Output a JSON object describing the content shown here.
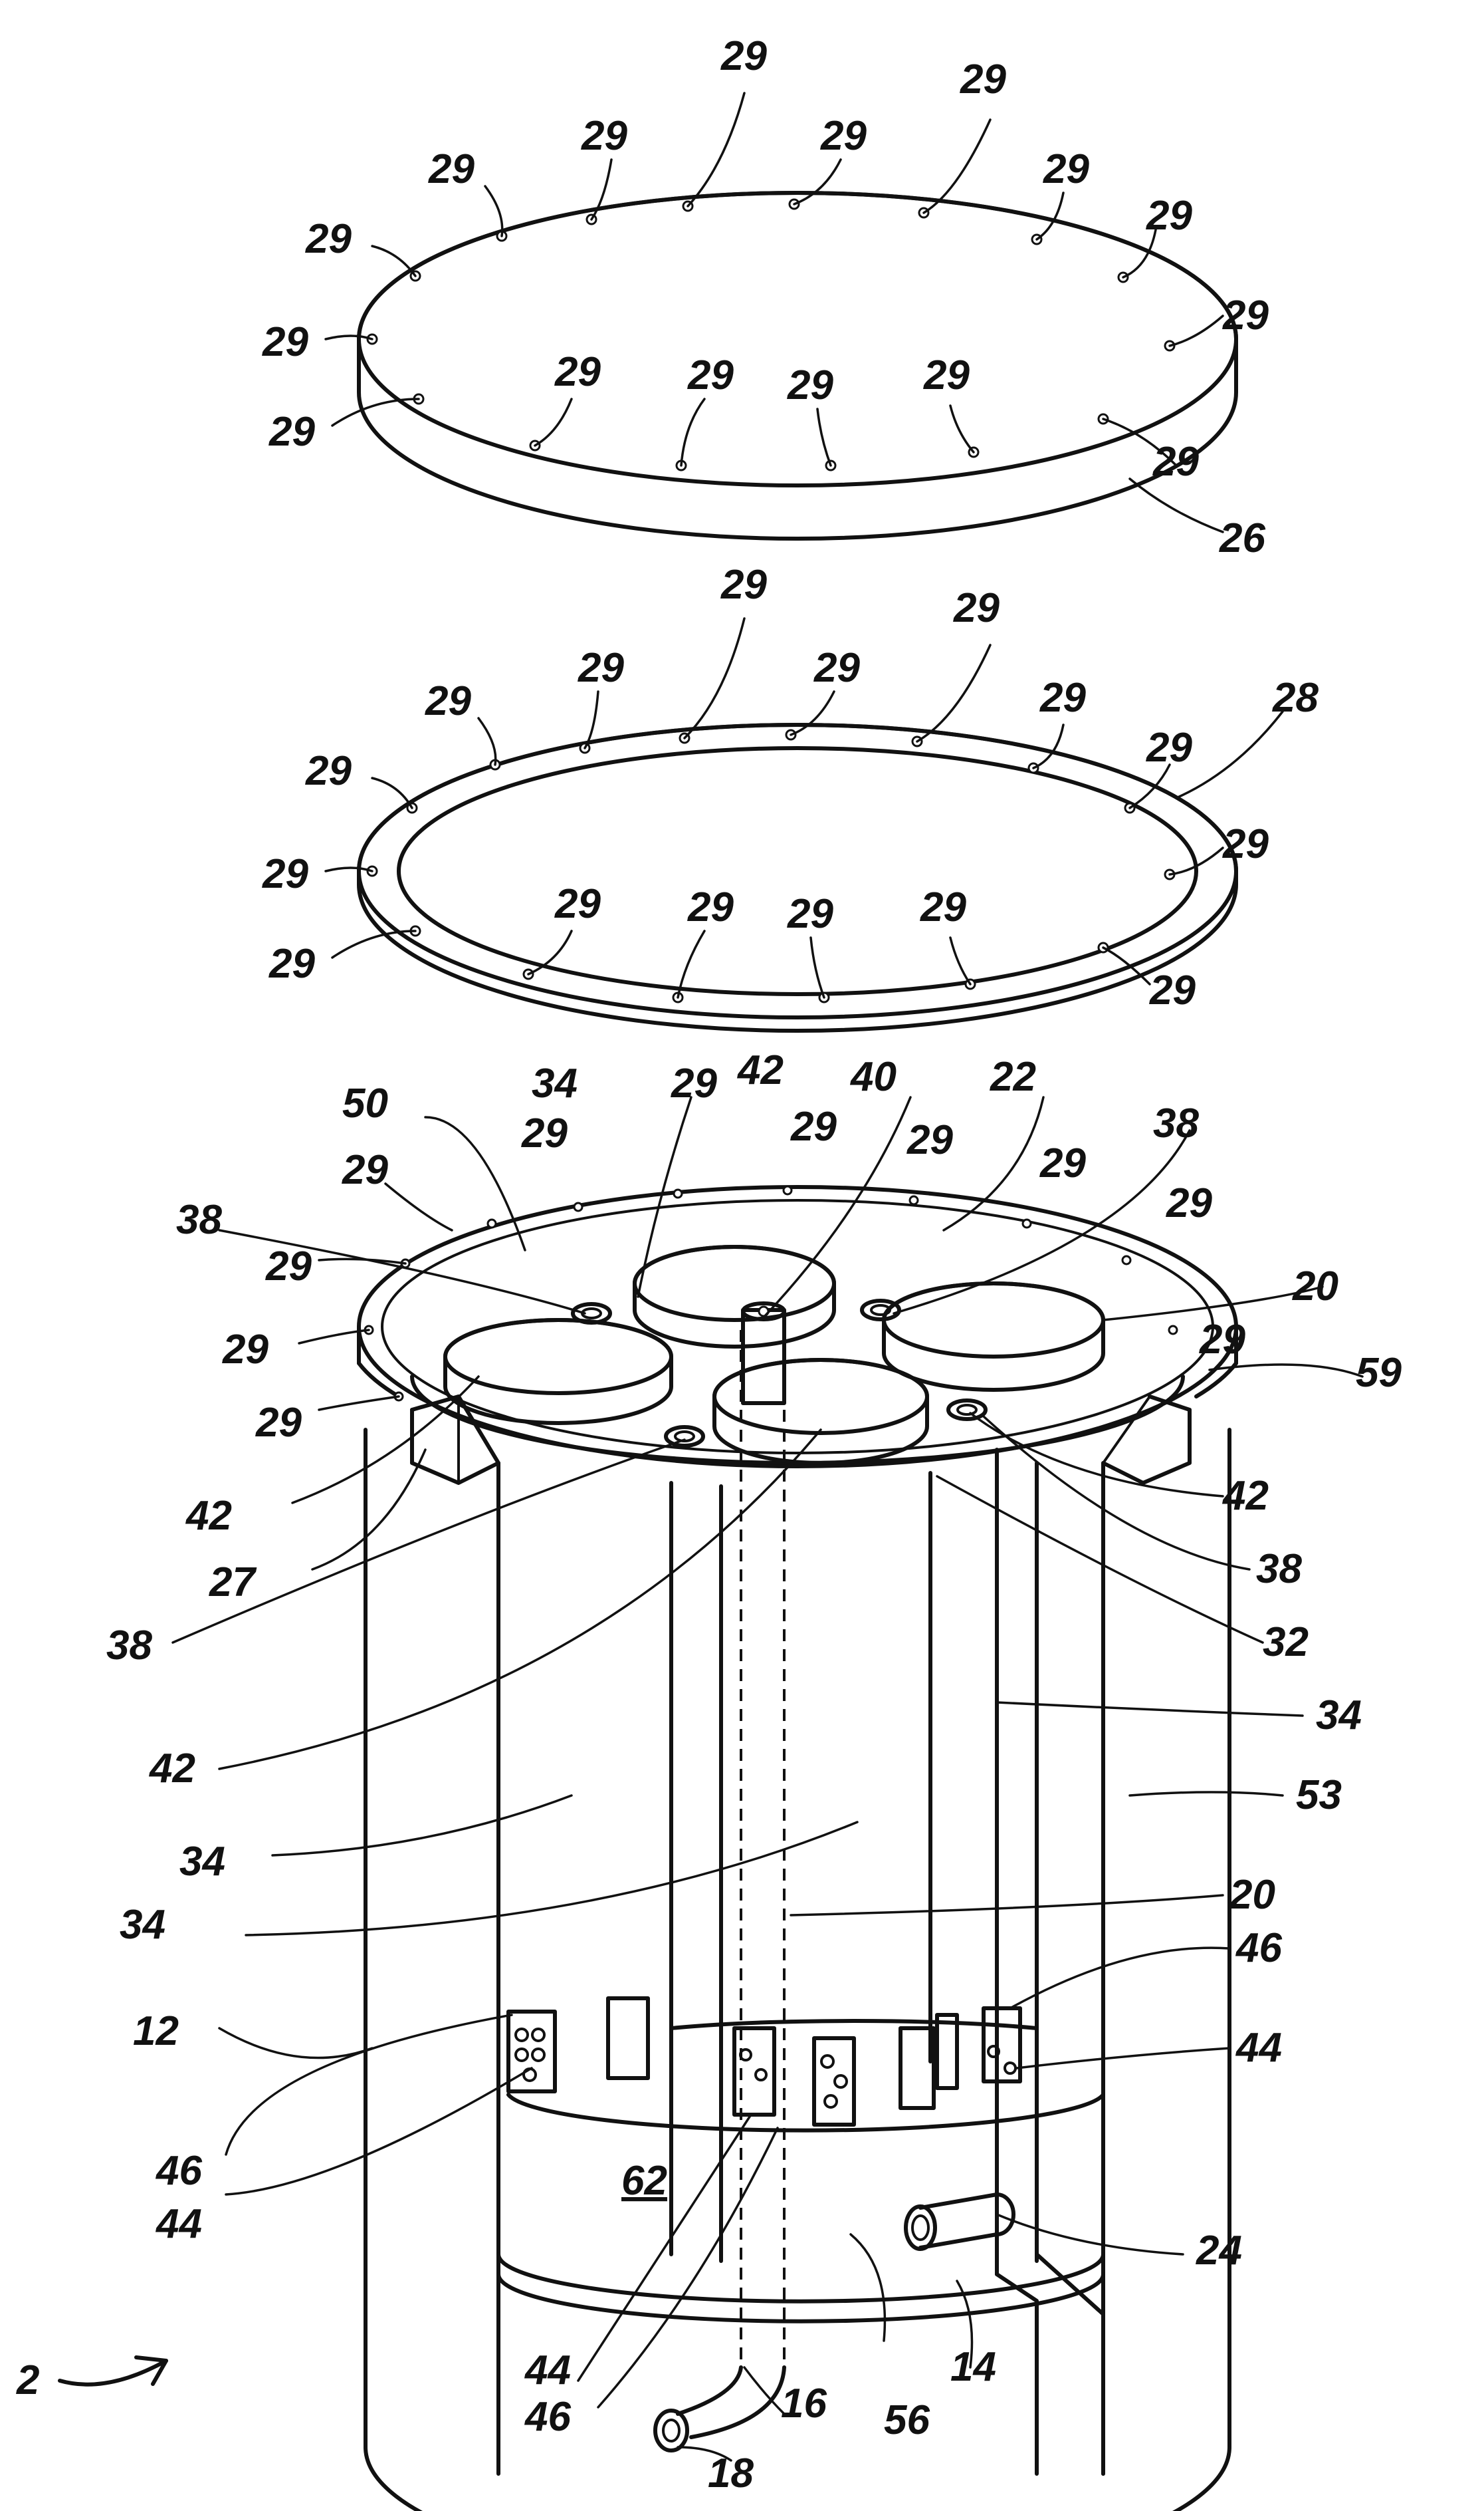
{
  "figure": {
    "title": "",
    "ref_labels": {
      "cover_plate": "26",
      "gasket_ring": "28",
      "bolt_hole": "29",
      "assembly": "2",
      "outer_shell": "12",
      "bottom": "14",
      "inner_tube": "16",
      "tube_end": "18",
      "tubesheet": "20",
      "top_plate": "22",
      "inlet_pipe": "24",
      "shell_wall": "27",
      "baffle": "32",
      "chamber": "34",
      "stud": "38",
      "center_post": "40",
      "filter_disc": "42",
      "window_a": "44",
      "window_b": "46",
      "rim": "50",
      "jacket": "53",
      "base_chamber": "56",
      "flange": "59",
      "sump": "62"
    }
  }
}
